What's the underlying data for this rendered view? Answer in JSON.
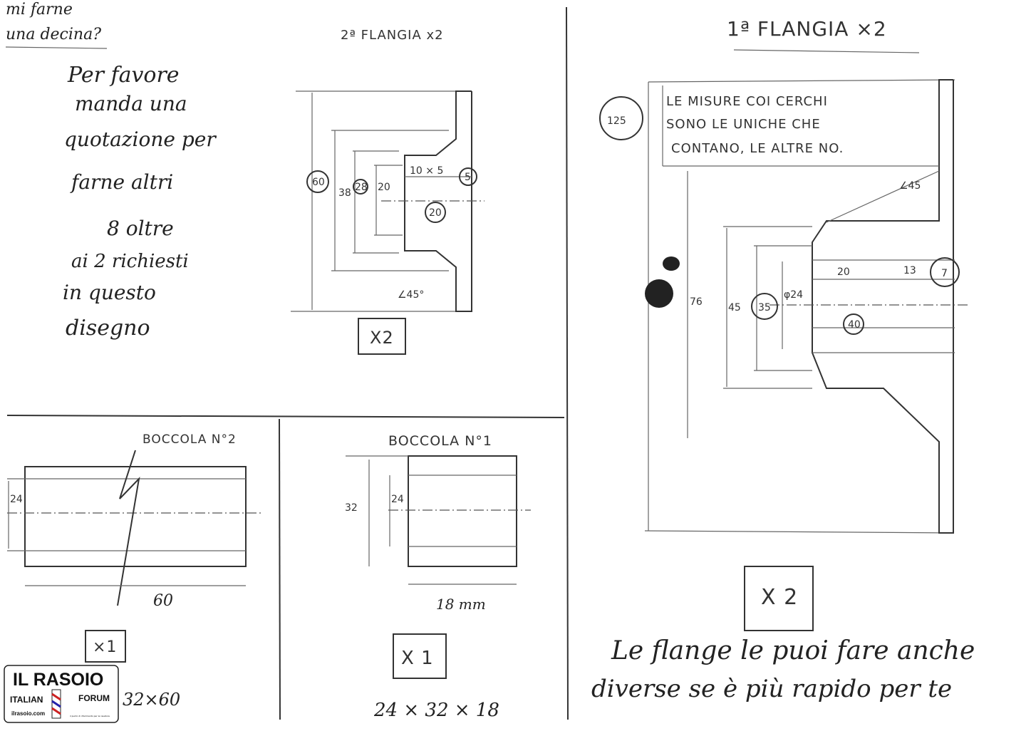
{
  "note_top": {
    "line1": "mi farne",
    "line2": "una decina?"
  },
  "request_note": [
    "Per favore",
    "manda una",
    "quotazione per",
    "farne altri",
    "8 oltre",
    "ai 2 richiesti",
    "in questo",
    "disegno"
  ],
  "flange2": {
    "title": "2ª FLANGIA x2",
    "dims": {
      "d60": "60",
      "d38": "38",
      "d28": "28",
      "d20": "20",
      "hub": "10 × 5",
      "d5": "5",
      "bore": "20",
      "angle": "∠45°"
    },
    "qty": "X2"
  },
  "bush2": {
    "title": "BOCCOLA N°2",
    "d24": "24",
    "len": "60",
    "qty": "×1",
    "size": "32×60"
  },
  "bush1": {
    "title": "BOCCOLA N°1",
    "d32": "32",
    "d24": "24",
    "len": "18 mm",
    "qty": "X 1",
    "size": "24 × 32 × 18"
  },
  "flange1": {
    "title": "1ª FLANGIA ×2",
    "d125": "125",
    "note": [
      "LE MISURE COI CERCHI",
      "SONO LE UNICHE CHE",
      "CONTANO, LE ALTRE NO."
    ],
    "dims": {
      "angle": "∠45",
      "d76": "76",
      "d45": "45",
      "d35": "35",
      "d24": "φ24",
      "l20": "20",
      "l13": "13",
      "l7": "7",
      "d40": "40"
    },
    "qty": "X 2"
  },
  "footer_note": [
    "Le flange le puoi fare anche",
    "diverse se è più rapido per te"
  ],
  "logo": {
    "title": "IL RASOIO",
    "left": "ITALIAN",
    "right": "FORUM",
    "url": "ilrasoio.com",
    "tagline": "il punto di riferimento per la rasatura"
  }
}
